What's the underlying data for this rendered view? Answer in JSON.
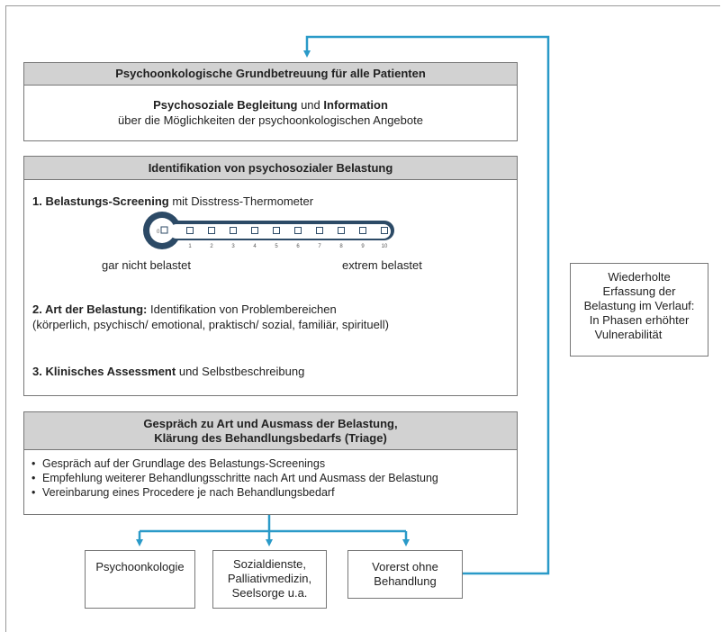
{
  "box1": {
    "header": "Psychoonkologische Grundbetreuung für alle Patienten",
    "line1_bold_a": "Psychosoziale Begleitung",
    "line1_mid": "und",
    "line1_bold_b": "Information",
    "line2": "über die Möglichkeiten der psychoonkologischen Angebote"
  },
  "box2": {
    "header": "Identifikation von psychosozialer Belastung",
    "item1_bold": "1. Belastungs-Screening",
    "item1_rest": "mit Disstress-Thermometer",
    "thermometer": {
      "zero_label": "0",
      "scale": [
        "1",
        "2",
        "3",
        "4",
        "5",
        "6",
        "7",
        "8",
        "9",
        "10"
      ],
      "left_label": "gar nicht belastet",
      "right_label": "extrem belastet"
    },
    "item2_bold": "2. Art der Belastung:",
    "item2_rest": "Identifikation von Problembereichen",
    "item2_line2": "(körperlich, psychisch/ emotional, praktisch/ sozial, familiär, spirituell)",
    "item3_bold": "3. Klinisches Assessment",
    "item3_rest": "und Selbstbeschreibung"
  },
  "box3": {
    "header_line1": "Gespräch zu Art und Ausmass der Belastung,",
    "header_line2": "Klärung des Behandlungsbedarfs (Triage)",
    "bullets": [
      "Gespräch auf der Grundlage des Belastungs-Screenings",
      "Empfehlung weiterer Behandlungsschritte nach Art und Ausmass der Belastung",
      "Vereinbarung eines Procedere je nach Behandlungsbedarf"
    ]
  },
  "outcomes": [
    {
      "lines": [
        "Psychoonkologie"
      ]
    },
    {
      "lines": [
        "Sozialdienste,",
        "Palliativmedizin,",
        "Seelsorge u.a."
      ]
    },
    {
      "lines": [
        "Vorerst ohne",
        "Behandlung"
      ]
    }
  ],
  "side_box": {
    "lines": [
      "Wiederholte",
      "Erfassung der",
      "Belastung im Verlauf:",
      "In Phasen erhöhter",
      "Vulnerabilität"
    ]
  },
  "colors": {
    "arrow": "#2a9ac8",
    "header_bg": "#d2d2d2",
    "border": "#777777"
  }
}
